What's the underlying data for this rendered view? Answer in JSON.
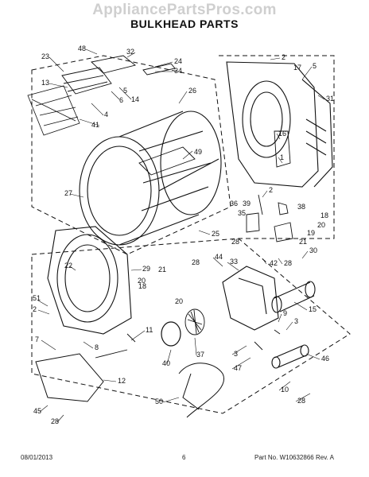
{
  "watermark": "AppliancePartsPros.com",
  "title": "BULKHEAD PARTS",
  "footer": {
    "date": "08/01/2013",
    "page": "6",
    "part_label": "Part No.",
    "part_no": "W10632866",
    "rev_label": "Rev.",
    "rev": "A"
  },
  "callouts": [
    "48",
    "32",
    "23",
    "24",
    "34",
    "13",
    "6",
    "14",
    "5",
    "4",
    "41",
    "26",
    "49",
    "27",
    "25",
    "2",
    "17",
    "5",
    "31",
    "16",
    "1",
    "2",
    "36",
    "39",
    "35",
    "38",
    "18",
    "20",
    "19",
    "21",
    "28",
    "42",
    "28",
    "30",
    "22",
    "29",
    "28",
    "44",
    "33",
    "18",
    "20",
    "21",
    "15",
    "51",
    "2",
    "20",
    "7",
    "8",
    "11",
    "9",
    "3",
    "40",
    "37",
    "3",
    "47",
    "46",
    "12",
    "10",
    "45",
    "28",
    "50",
    "28"
  ],
  "colors": {
    "line": "#111111",
    "watermark": "#cfcfcf"
  }
}
